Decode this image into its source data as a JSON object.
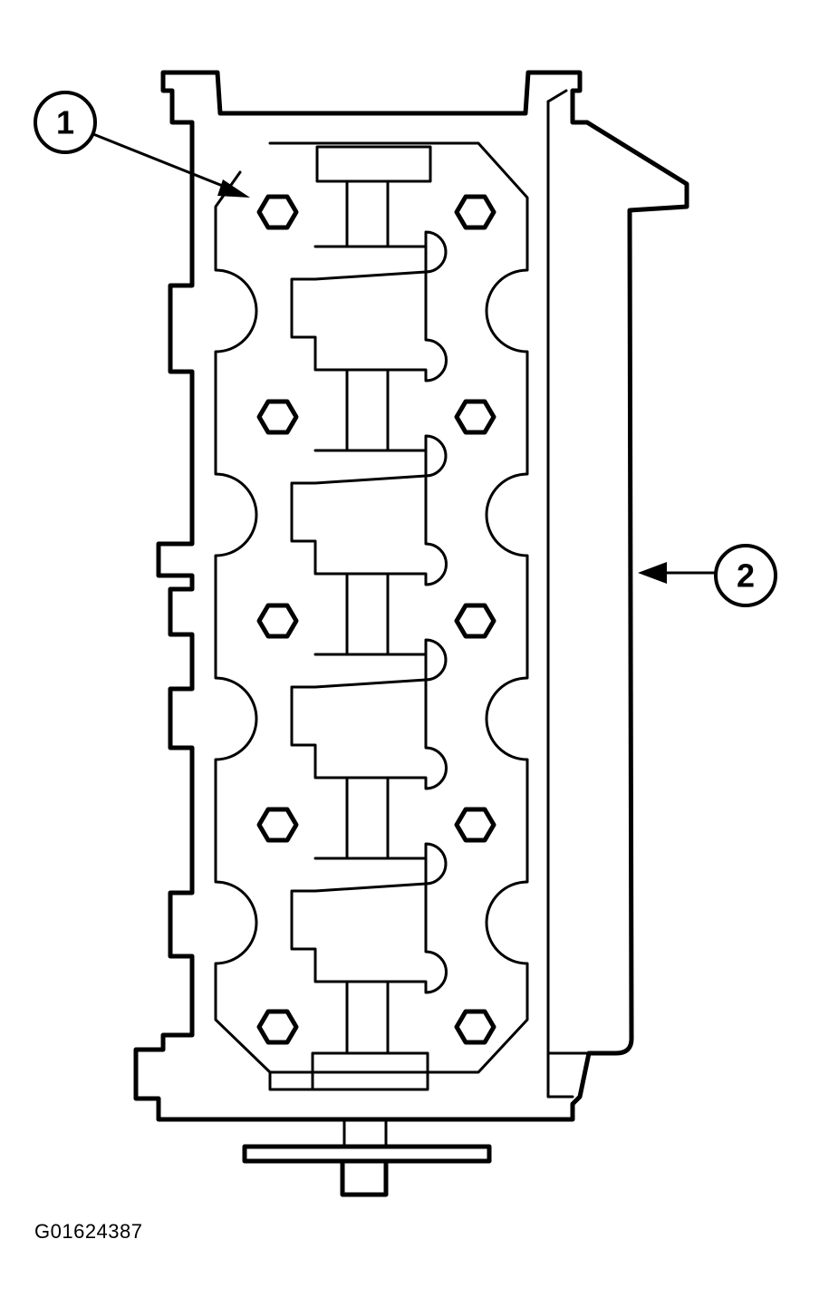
{
  "callouts": [
    {
      "label": "1"
    },
    {
      "label": "2"
    }
  ],
  "figure_id": "G01624387"
}
